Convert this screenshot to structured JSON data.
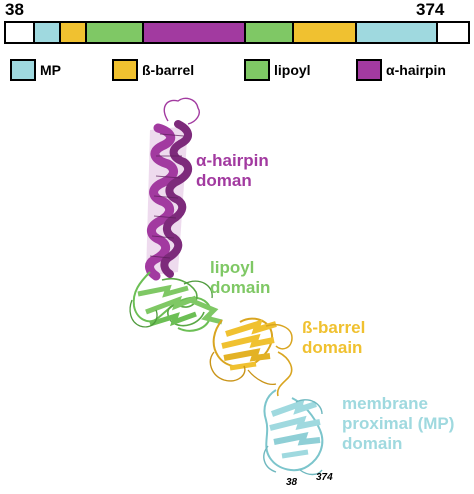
{
  "domain_bar": {
    "start_label": "38",
    "end_label": "374",
    "segments": [
      {
        "domain": "none",
        "fraction": 0.06
      },
      {
        "domain": "mp",
        "fraction": 0.054
      },
      {
        "domain": "b_barrel",
        "fraction": 0.054
      },
      {
        "domain": "lipoyl",
        "fraction": 0.124
      },
      {
        "domain": "a_hairpin",
        "fraction": 0.224
      },
      {
        "domain": "lipoyl",
        "fraction": 0.103
      },
      {
        "domain": "b_barrel",
        "fraction": 0.137
      },
      {
        "domain": "mp",
        "fraction": 0.176
      },
      {
        "domain": "none",
        "fraction": 0.068
      }
    ]
  },
  "colors": {
    "none": "#ffffff",
    "mp": "#9fd9df",
    "b_barrel": "#f0c130",
    "lipoyl": "#7fc865",
    "a_hairpin": "#a23aa0"
  },
  "legend": [
    {
      "domain": "mp",
      "label": "MP"
    },
    {
      "domain": "b_barrel",
      "label": "ß-barrel"
    },
    {
      "domain": "lipoyl",
      "label": "lipoyl"
    },
    {
      "domain": "a_hairpin",
      "label": "α-hairpin"
    }
  ],
  "structure_labels": {
    "a_hairpin": "α-hairpin\ndoman",
    "lipoyl": "lipoyl\ndomain",
    "b_barrel": "ß-barrel\ndomain",
    "mp": "membrane\nproximal (MP)\ndomain",
    "n_term": "38",
    "c_term": "374"
  }
}
